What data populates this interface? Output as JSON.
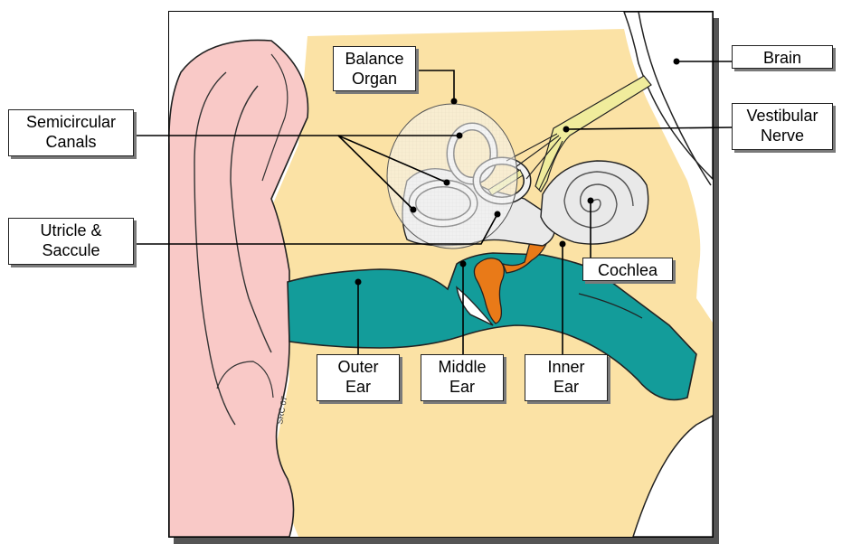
{
  "labels": {
    "brain": "Brain",
    "balance_organ": [
      "Balance",
      "Organ"
    ],
    "semicircular_canals": [
      "Semicircular",
      "Canals"
    ],
    "vestibular_nerve": [
      "Vestibular",
      "Nerve"
    ],
    "utricle_saccule": [
      "Utricle &",
      "Saccule"
    ],
    "cochlea": "Cochlea",
    "outer_ear": [
      "Outer",
      "Ear"
    ],
    "middle_ear": [
      "Middle",
      "Ear"
    ],
    "inner_ear": [
      "Inner",
      "Ear"
    ]
  },
  "signature": "SRC 07",
  "colors": {
    "skull": "#fbe2a5",
    "pinna": "#f9c9c7",
    "canal": "#139c9a",
    "ossicles": "#e97a18",
    "nerve": "#f0ec9c",
    "inner_ear": "#e9e9e9",
    "outline": "#222222"
  }
}
